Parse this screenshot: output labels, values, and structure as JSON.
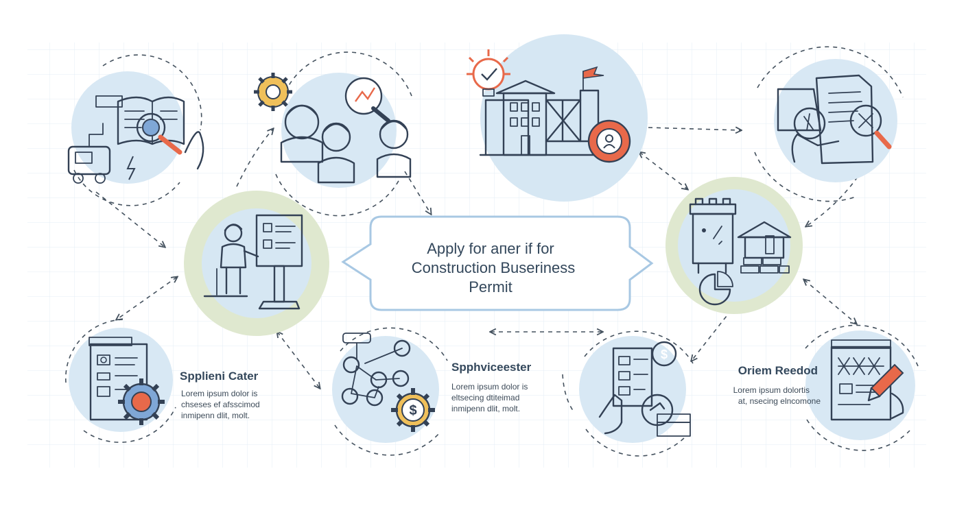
{
  "title": {
    "line1": "Applу for aпer if for",
    "line2": "Construction Buseriness",
    "line3": "Permit"
  },
  "labels": [
    {
      "title": "Spplieni Cater",
      "body": [
        "Lorem ipsum dolor is",
        "chseses ef afsscimod",
        "inmipenn dlit, molt."
      ]
    },
    {
      "title": "Spphviceester",
      "body": [
        "Lorem ipsum dolor is",
        "eltsecing dtiteimad",
        "inmipenn dlit, molt."
      ]
    },
    {
      "title": "Oriem Reedod",
      "body": [
        "Lorem ipsum dolortis",
        "at, nsecing elncomone"
      ]
    }
  ],
  "colors": {
    "accent_orange": "#e8694a",
    "accent_yellow": "#f0c05a",
    "accent_blue": "#7fa7d6",
    "circle_blue": "#d6e7f3",
    "circle_green": "#dfe8cf",
    "ink": "#334155"
  },
  "icons": {
    "top_left": "document-magnifier-icon",
    "top_center": "team-gears-icon",
    "top_right_center": "building-crane-icon",
    "top_right": "document-inspection-icon",
    "left_middle": "presenter-board-icon",
    "right_middle": "building-bricks-chart-icon",
    "bottom_left": "form-gear-icon",
    "bottom_center": "network-dollar-gear-icon",
    "bottom_right_center": "hand-document-dollar-icon",
    "bottom_right": "blueprint-pencil-icon"
  }
}
